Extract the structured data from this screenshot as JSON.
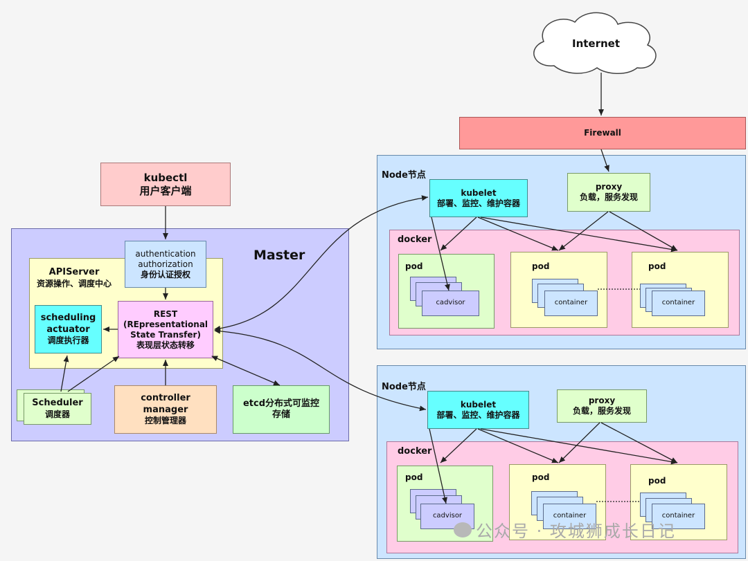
{
  "internet": {
    "label": "Internet"
  },
  "firewall": {
    "label": "Firewall"
  },
  "kubectl": {
    "line1": "kubectl",
    "line2": "用户客户端"
  },
  "master": {
    "title": "Master",
    "apiserver": {
      "line1": "APIServer",
      "line2": "资源操作、调度中心"
    },
    "auth": {
      "line1": "authentication",
      "line2": "authorization",
      "line3": "身份认证授权"
    },
    "rest": {
      "line1": "REST",
      "line2": "(REpresentational",
      "line3": "State Transfer)",
      "line4": "表现层状态转移"
    },
    "sched_act": {
      "line1": "scheduling",
      "line2": "actuator",
      "line3": "调度执行器"
    },
    "scheduler": {
      "line1": "Scheduler",
      "line2": "调度器"
    },
    "controller": {
      "line1": "controller",
      "line2": "manager",
      "line3": "控制管理器"
    },
    "etcd": {
      "line1": "etcd分布式可监控",
      "line2": "存储"
    }
  },
  "node1": {
    "title": "Node节点",
    "kubelet": {
      "line1": "kubelet",
      "line2": "部署、监控、维护容器"
    },
    "proxy": {
      "line1": "proxy",
      "line2": "负载，服务发现"
    },
    "docker": "docker",
    "pods": [
      "pod",
      "pod",
      "pod"
    ],
    "cadvisor": "cadvisor",
    "containers": [
      "container",
      "container"
    ]
  },
  "node2": {
    "title": "Node节点",
    "kubelet": {
      "line1": "kubelet",
      "line2": "部署、监控、维护容器"
    },
    "proxy": {
      "line1": "proxy",
      "line2": "负载，服务发现"
    },
    "docker": "docker",
    "pods": [
      "pod",
      "pod",
      "pod"
    ],
    "cadvisor": "cadvisor",
    "containers": [
      "container",
      "container"
    ]
  },
  "watermark": "公众号 · 攻城狮成长日记",
  "colors": {
    "master_bg": "#ccccff",
    "apiserver_bg": "#ffffcc",
    "auth_bg": "#cce5ff",
    "rest_bg": "#ffccff",
    "actuator_bg": "#66ffff",
    "controller_bg": "#ffe0c0",
    "etcd_bg": "#ccffcc",
    "kubectl_bg": "#ffcccc",
    "firewall_bg": "#ff9999",
    "node_bg": "#cce5ff",
    "docker_bg": "#ffcce6",
    "pod_green": "#e0ffcc",
    "pod_yellow": "#ffffcc"
  }
}
